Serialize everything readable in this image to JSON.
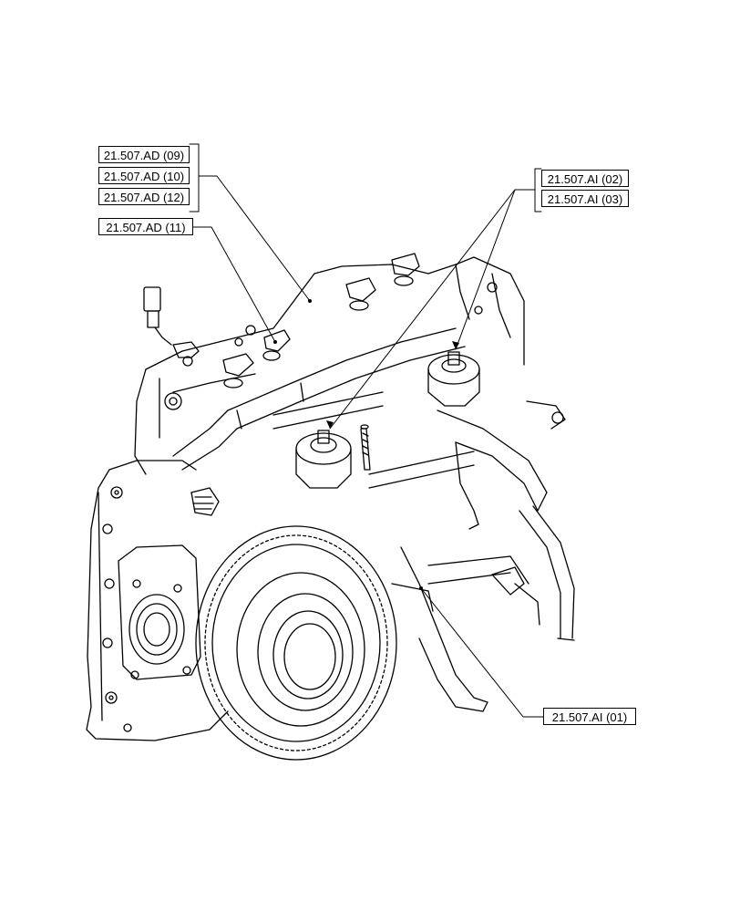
{
  "callouts": {
    "ad_09": "21.507.AD (09)",
    "ad_10": "21.507.AD (10)",
    "ad_12": "21.507.AD (12)",
    "ad_11": "21.507.AD (11)",
    "ai_02": "21.507.AI (02)",
    "ai_03": "21.507.AI (03)",
    "ai_01": "21.507.AI (01)"
  },
  "colors": {
    "line": "#000000",
    "background": "#ffffff"
  }
}
